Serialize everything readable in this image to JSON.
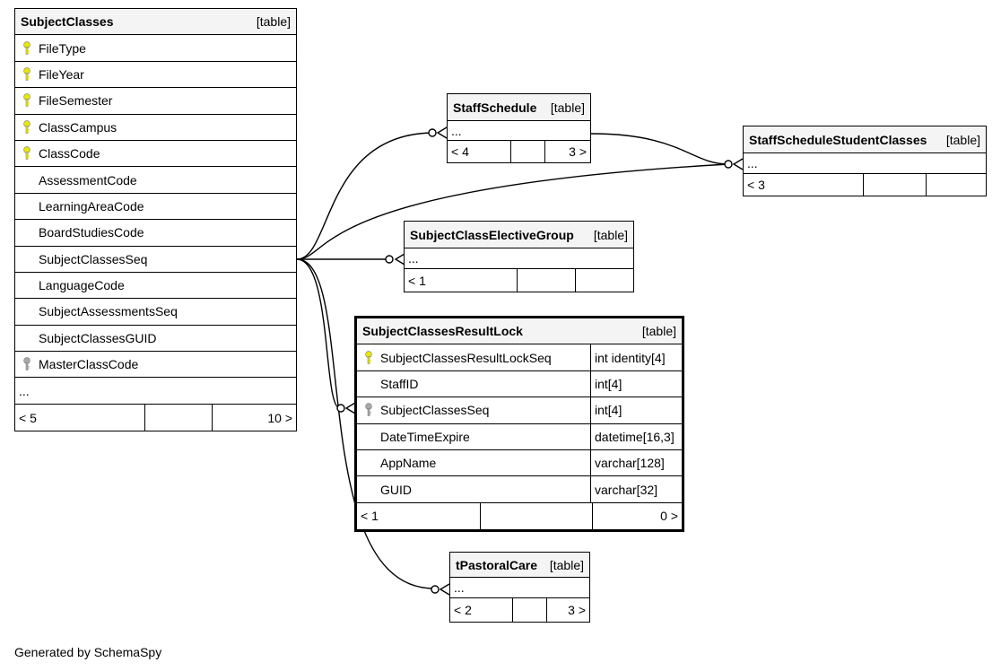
{
  "tables": {
    "subject_classes": {
      "name": "SubjectClasses",
      "type": "[table]",
      "columns": [
        {
          "name": "FileType",
          "key": "primary"
        },
        {
          "name": "FileYear",
          "key": "primary"
        },
        {
          "name": "FileSemester",
          "key": "primary"
        },
        {
          "name": "ClassCampus",
          "key": "primary"
        },
        {
          "name": "ClassCode",
          "key": "primary"
        },
        {
          "name": "AssessmentCode",
          "key": "none"
        },
        {
          "name": "LearningAreaCode",
          "key": "none"
        },
        {
          "name": "BoardStudiesCode",
          "key": "none"
        },
        {
          "name": "SubjectClassesSeq",
          "key": "none"
        },
        {
          "name": "LanguageCode",
          "key": "none"
        },
        {
          "name": "SubjectAssessmentsSeq",
          "key": "none"
        },
        {
          "name": "SubjectClassesGUID",
          "key": "none"
        },
        {
          "name": "MasterClassCode",
          "key": "foreign"
        }
      ],
      "more": "...",
      "footer": {
        "left": "< 5",
        "middle": "",
        "right": "10 >"
      }
    },
    "staff_schedule": {
      "name": "StaffSchedule",
      "type": "[table]",
      "more": "...",
      "footer": {
        "left": "< 4",
        "middle": "",
        "right": "3 >"
      }
    },
    "staff_schedule_student_classes": {
      "name": "StaffScheduleStudentClasses",
      "type": "[table]",
      "more": "...",
      "footer": {
        "left": "< 3",
        "middle": "",
        "right": ""
      }
    },
    "subject_class_elective_group": {
      "name": "SubjectClassElectiveGroup",
      "type": "[table]",
      "more": "...",
      "footer": {
        "left": "< 1",
        "middle": "",
        "right": ""
      }
    },
    "subject_classes_result_lock": {
      "name": "SubjectClassesResultLock",
      "type": "[table]",
      "columns": [
        {
          "name": "SubjectClassesResultLockSeq",
          "type": "int identity[4]",
          "key": "primary"
        },
        {
          "name": "StaffID",
          "type": "int[4]",
          "key": "none"
        },
        {
          "name": "SubjectClassesSeq",
          "type": "int[4]",
          "key": "foreign"
        },
        {
          "name": "DateTimeExpire",
          "type": "datetime[16,3]",
          "key": "none"
        },
        {
          "name": "AppName",
          "type": "varchar[128]",
          "key": "none"
        },
        {
          "name": "GUID",
          "type": "varchar[32]",
          "key": "none"
        }
      ],
      "footer": {
        "left": "< 1",
        "middle": "",
        "right": "0 >"
      }
    },
    "t_pastoral_care": {
      "name": "tPastoralCare",
      "type": "[table]",
      "more": "...",
      "footer": {
        "left": "< 2",
        "middle": "",
        "right": "3 >"
      }
    }
  },
  "icons": {
    "primary_key": "key-icon-yellow",
    "foreign_key": "key-icon-gray"
  },
  "colors": {
    "primary_key": "#e8e800",
    "foreign_key": "#a8a8a8",
    "header_bg": "#f4f4f4"
  },
  "generated_by": "Generated by SchemaSpy"
}
